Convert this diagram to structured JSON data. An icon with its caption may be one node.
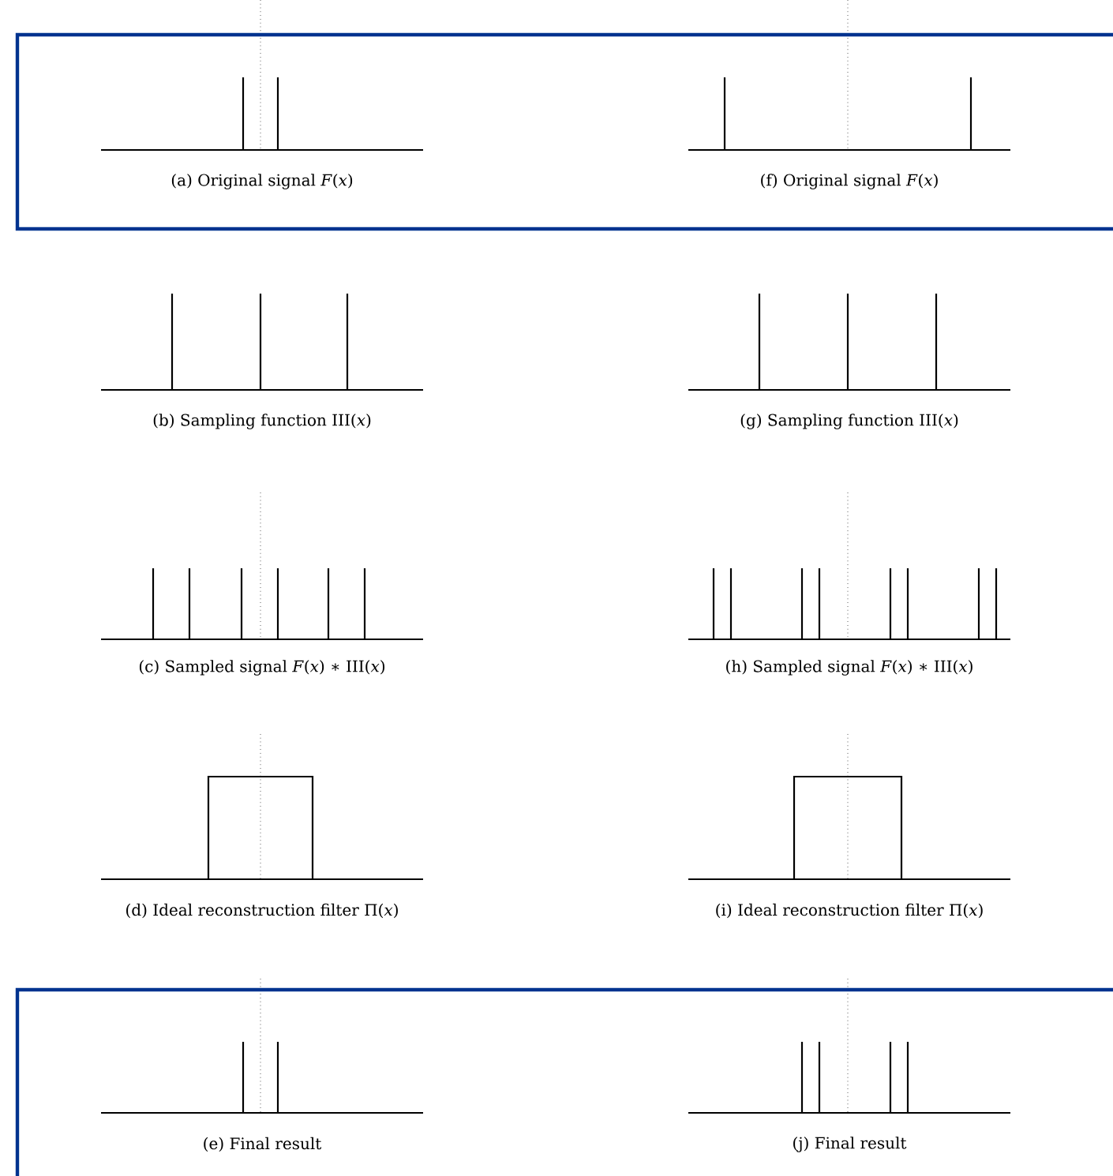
{
  "diagram": {
    "labels": [
      "(a) Original signal *F*(*x*)",
      "(f) Original signal *F*(*x*)",
      "(b) Sampling function III(*x*)",
      "(g) Sampling function III(*x*)",
      "(c) Sampled signal *F*(*x*) ∗ III(*x*)",
      "(h) Sampled signal *F*(*x*) ∗ III(*x*)",
      "(d) Ideal reconstruction filter Π(*x*)",
      "(i) Ideal reconstruction filter Π(*x*)",
      "(e) Final result",
      "(j) Final result"
    ]
  }
}
